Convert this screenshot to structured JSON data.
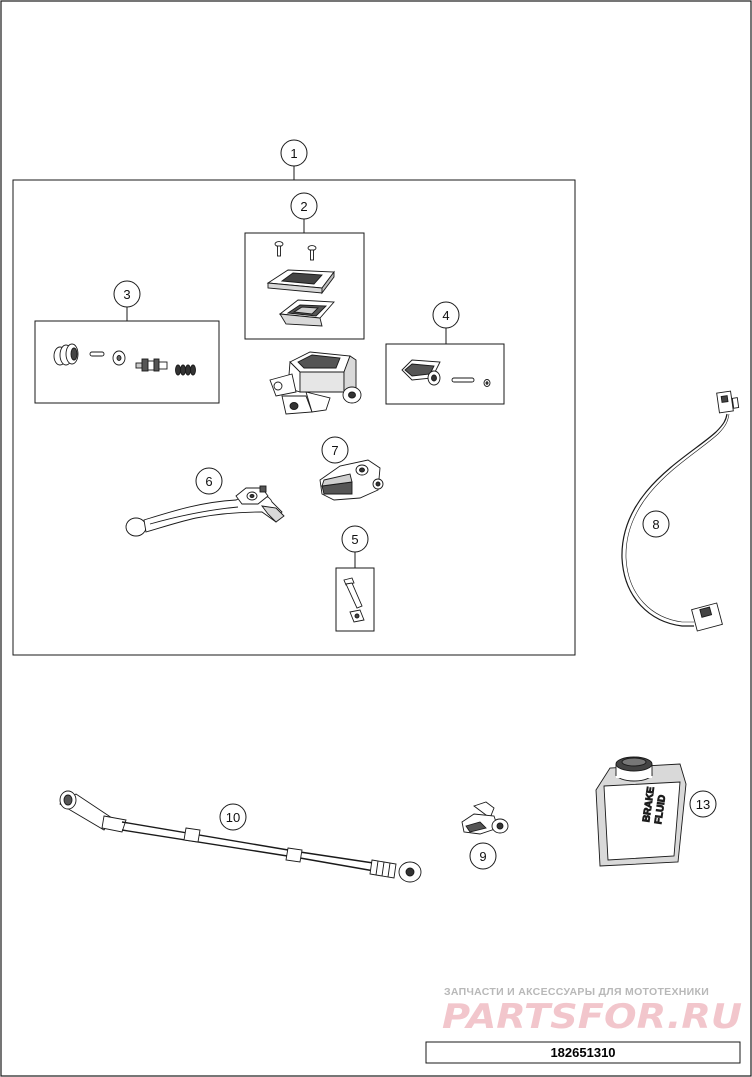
{
  "diagram": {
    "callouts": [
      {
        "id": "1",
        "label": "1"
      },
      {
        "id": "2",
        "label": "2"
      },
      {
        "id": "3",
        "label": "3"
      },
      {
        "id": "4",
        "label": "4"
      },
      {
        "id": "5",
        "label": "5"
      },
      {
        "id": "6",
        "label": "6"
      },
      {
        "id": "7",
        "label": "7"
      },
      {
        "id": "8",
        "label": "8"
      },
      {
        "id": "9",
        "label": "9"
      },
      {
        "id": "10",
        "label": "10"
      },
      {
        "id": "13",
        "label": "13"
      }
    ],
    "can_label_line1": "BRAKE",
    "can_label_line2": "FLUID"
  },
  "watermark": {
    "caption": "ЗАПЧАСТИ И АКСЕССУАРЫ ДЛЯ МОТОТЕХНИКИ",
    "brand": "PARTSFOR.RU"
  },
  "footer": {
    "part_number": "182651310"
  },
  "colors": {
    "line": "#1a1a1a",
    "part_fill": "#ffffff",
    "part_shade": "#d9d9d9",
    "watermark_brand": "#f2c6cc",
    "watermark_caption": "#b8b8b8"
  }
}
